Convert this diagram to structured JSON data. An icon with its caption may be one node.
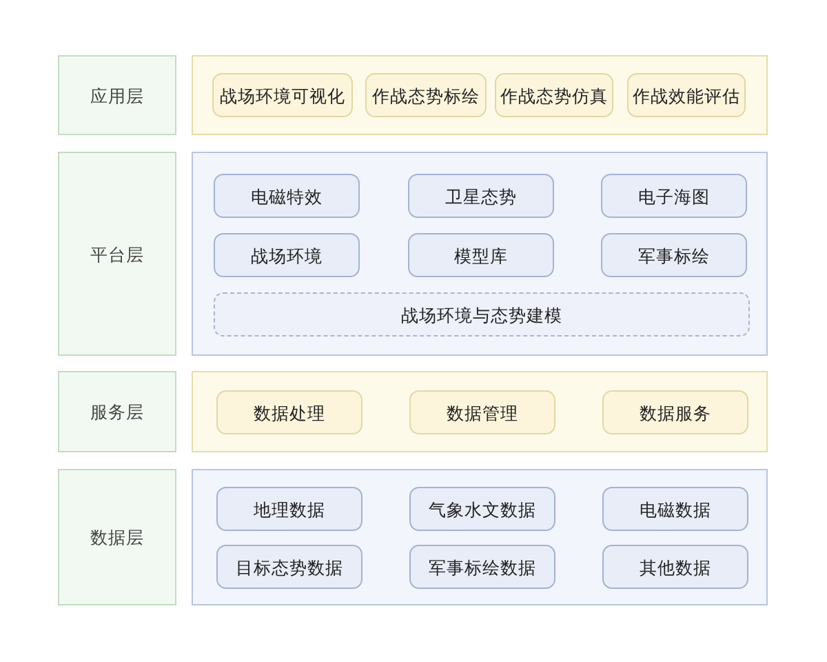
{
  "diagram": {
    "nodes": [
      {
        "text": [
          "应用层"
        ]
      },
      {
        "text": [],
        "shape": "box"
      },
      {
        "text": [
          "战场环境可视化"
        ],
        "in": 1
      },
      {
        "text": [
          "作战态势标绘"
        ],
        "in": 1
      },
      {
        "text": [
          "作战态势仿真"
        ],
        "in": 1
      },
      {
        "text": [
          "作战效能评估"
        ],
        "in": 1
      },
      {
        "text": [
          "平台层"
        ]
      },
      {
        "text": [],
        "shape": "box"
      },
      {
        "text": [
          "电磁特效"
        ],
        "in": 7
      },
      {
        "text": [
          "卫星态势"
        ],
        "in": 7
      },
      {
        "text": [
          "电子海图"
        ],
        "in": 7
      },
      {
        "text": [
          "战场环境"
        ],
        "in": 7
      },
      {
        "text": [
          "模型库"
        ],
        "in": 7
      },
      {
        "text": [
          "军事标绘"
        ],
        "in": 7
      },
      {
        "text": [
          "战场环境与态势建模"
        ],
        "in": 7
      },
      {
        "text": [
          "服务层"
        ]
      },
      {
        "text": [],
        "shape": "box"
      },
      {
        "text": [
          "数据处理"
        ],
        "in": 16
      },
      {
        "text": [
          "数据管理"
        ],
        "in": 16
      },
      {
        "text": [
          "数据服务"
        ],
        "in": 16
      },
      {
        "text": [
          "数据层"
        ]
      },
      {
        "text": [],
        "shape": "box"
      },
      {
        "text": [
          "地理数据"
        ],
        "in": 21
      },
      {
        "text": [
          "气象水文数据"
        ],
        "in": 21
      },
      {
        "text": [
          "电磁数据"
        ],
        "in": 21
      },
      {
        "text": [
          "目标态势数据"
        ],
        "in": 21
      },
      {
        "text": [
          "军事标绘数据"
        ],
        "in": 21
      },
      {
        "text": [
          "其他数据"
        ],
        "in": 21
      }
    ]
  }
}
